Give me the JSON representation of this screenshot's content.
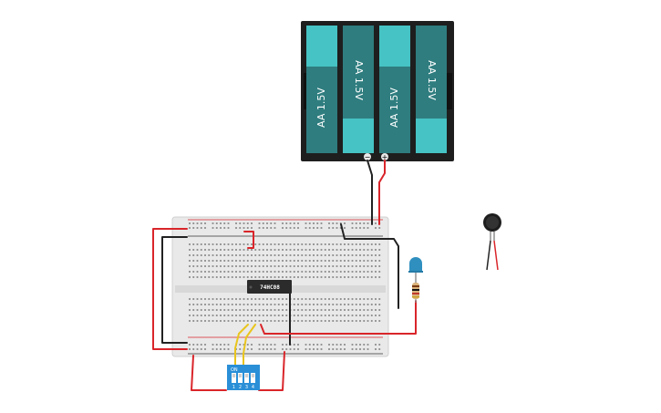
{
  "battery": {
    "cells": [
      "AA 1.5V",
      "AA 1.5V",
      "AA 1.5V",
      "AA 1.5V"
    ],
    "minus": "−",
    "plus": "+"
  },
  "ic": {
    "label": "74HC08"
  },
  "dip_switch": {
    "on_label": "ON",
    "numbers": [
      "1",
      "2",
      "3",
      "4"
    ]
  },
  "colors": {
    "cell_light": "#46c3c4",
    "cell_dark": "#2f7d7f",
    "holder": "#1e1e1e",
    "wire_red": "#d9252a",
    "wire_black": "#222222",
    "wire_yellow": "#e9c51d",
    "switch_body": "#2a8fd7",
    "led": "#2f8fbf",
    "breadboard": "#e9e9e9",
    "rail_red": "#d9252a",
    "rail_black": "#333333"
  },
  "icons": [
    "battery-pack-icon",
    "breadboard-icon",
    "ic-chip-icon",
    "dip-switch-icon",
    "led-icon",
    "resistor-icon",
    "vibration-motor-icon"
  ]
}
